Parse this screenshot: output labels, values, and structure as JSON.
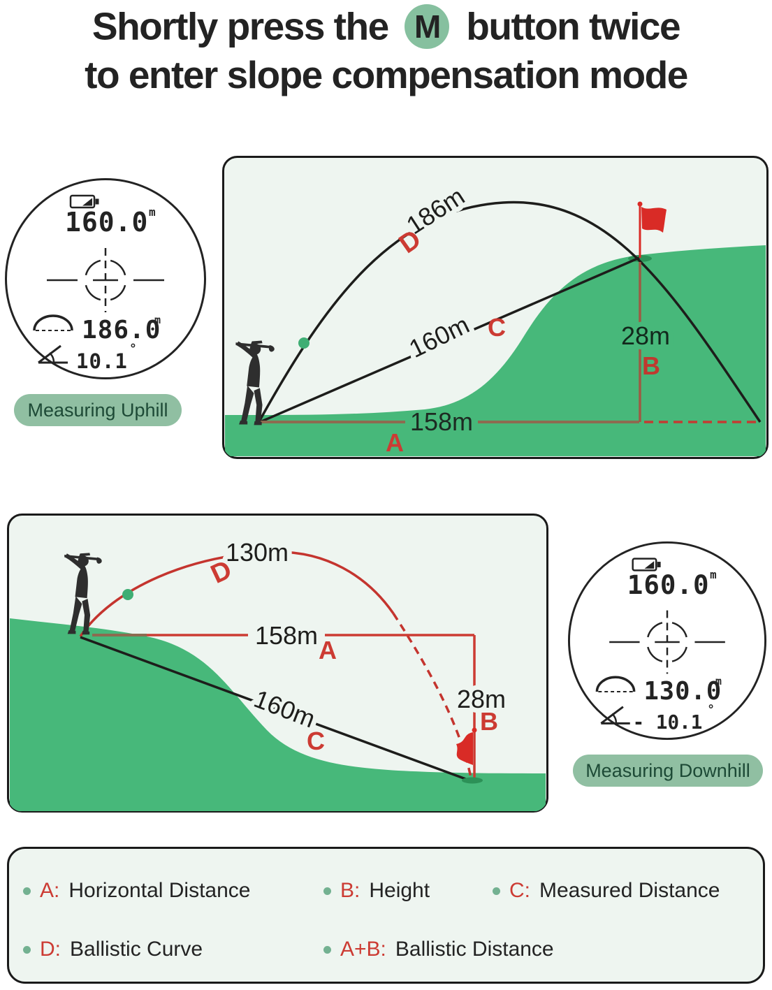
{
  "title": {
    "line1_pre": "Shortly press the",
    "m_button": "M",
    "line1_post": "button twice",
    "line2": "to enter slope compensation mode"
  },
  "uphill": {
    "pill": "Measuring Uphill",
    "display": {
      "distance": "160.0",
      "distance_unit": "m",
      "slope_distance": "186.0",
      "slope_unit": "m",
      "angle": "10.1",
      "angle_unit": "°"
    },
    "labels": {
      "ballistic_value": "186m",
      "ballistic_letter": "D",
      "measured_value": "160m",
      "measured_letter": "C",
      "horizontal_value": "158m",
      "horizontal_letter": "A",
      "height_value": "28m",
      "height_letter": "B"
    }
  },
  "downhill": {
    "pill": "Measuring Downhill",
    "display": {
      "distance": "160.0",
      "distance_unit": "m",
      "slope_distance": "130.0",
      "slope_unit": "m",
      "angle": "- 10.1",
      "angle_unit": "°"
    },
    "labels": {
      "ballistic_value": "130m",
      "ballistic_letter": "D",
      "measured_value": "160m",
      "measured_letter": "C",
      "horizontal_value": "158m",
      "horizontal_letter": "A",
      "height_value": "28m",
      "height_letter": "B"
    }
  },
  "legend": {
    "items": [
      {
        "letter": "A:",
        "desc": "Horizontal Distance"
      },
      {
        "letter": "B:",
        "desc": "Height"
      },
      {
        "letter": "C:",
        "desc": "Measured Distance"
      },
      {
        "letter": "D:",
        "desc": "Ballistic Curve"
      },
      {
        "letter": "A+B:",
        "desc": "Ballistic Distance"
      }
    ]
  },
  "colors": {
    "hill_green": "#47b87a",
    "box_bg": "#eef5f0",
    "accent_red": "#cc3b33",
    "pill_bg": "#90bfa2",
    "pill_text": "#1d4a36",
    "m_button_bg": "#86c09f",
    "ink": "#232323"
  }
}
